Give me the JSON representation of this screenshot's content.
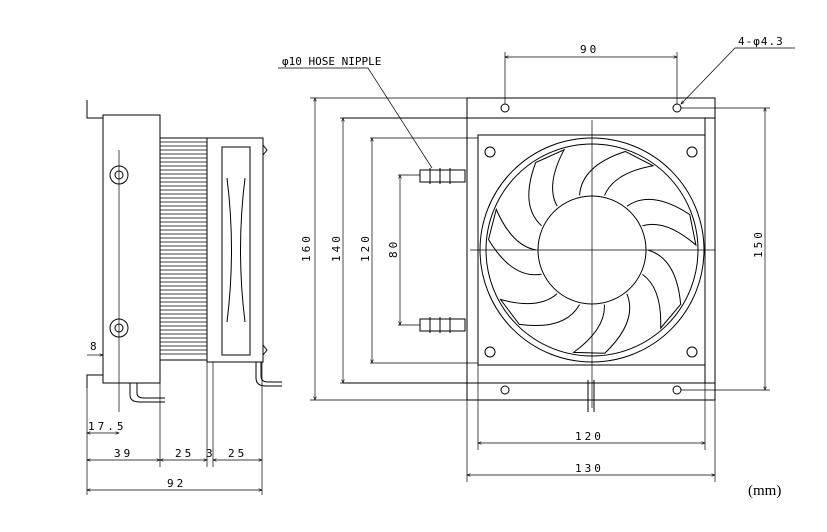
{
  "units": "(mm)",
  "callouts": {
    "hose_nipple": "φ10 HOSE NIPPLE",
    "holes": "4-φ4.3"
  },
  "side_view_dims": {
    "bracket": "8",
    "offset": "17.5",
    "block": "39",
    "heatsink": "25",
    "gap": "3",
    "fan": "25",
    "total": "92"
  },
  "front_view_dims": {
    "hole_pitch_top": "90",
    "plate_height": "160",
    "frame_height": "140",
    "fan_height": "120",
    "nipple_pitch": "80",
    "hole_pitch_side": "150",
    "fan_width": "120",
    "plate_width": "130"
  }
}
